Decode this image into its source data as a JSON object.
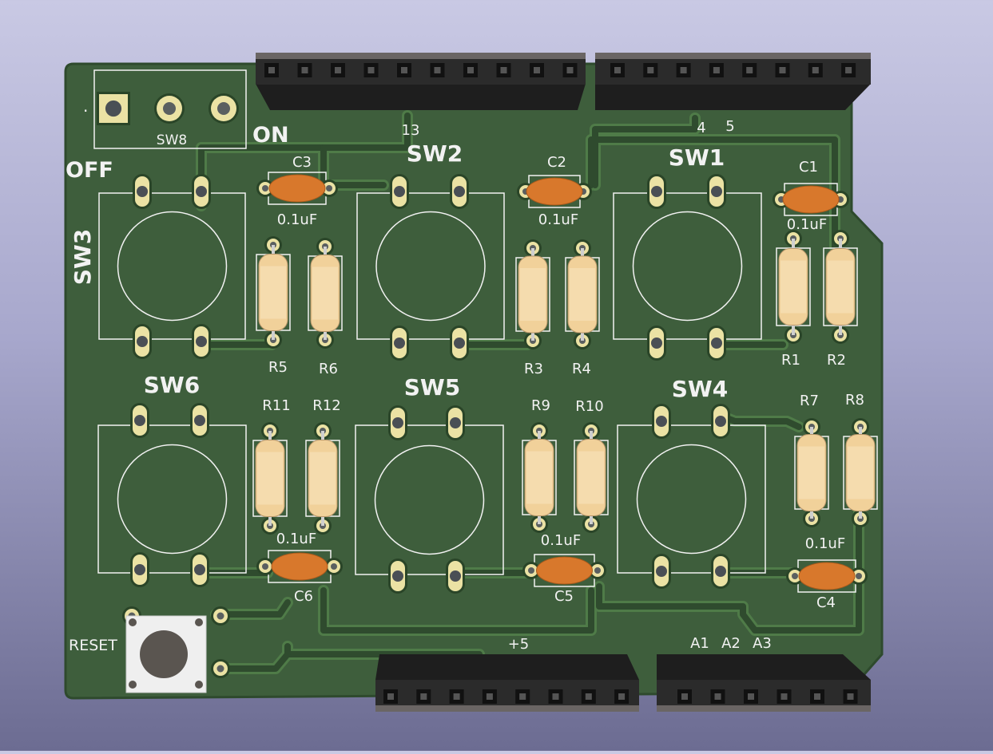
{
  "colors": {
    "board": "#3e5e3c",
    "board_edge": "#2e4a2d",
    "trace": "#2f4b2e",
    "trace_outline": "#4f7b48",
    "pad_ring": "#ebe2a4",
    "silk": "#f2f2f2",
    "header_body": "#2b2b2b",
    "header_top": "#6a6564",
    "capacitor": "#d8782c",
    "resistor": "#f1d19a",
    "button_base": "#efefef",
    "button_cap": "#5a5550"
  },
  "labels": {
    "sw1": "SW1",
    "sw2": "SW2",
    "sw3": "SW3",
    "sw4": "SW4",
    "sw5": "SW5",
    "sw6": "SW6",
    "sw8": "SW8",
    "on": "ON",
    "off": "OFF",
    "reset": "RESET",
    "c1": "C1",
    "c2": "C2",
    "c3": "C3",
    "c4": "C4",
    "c5": "C5",
    "c6": "C6",
    "c1_val": "0.1uF",
    "c2_val": "0.1uF",
    "c3_val": "0.1uF",
    "c4_val": "0.1uF",
    "c5_val": "0.1uF",
    "c6_val": "0.1uF",
    "r1": "R1",
    "r2": "R2",
    "r3": "R3",
    "r4": "R4",
    "r5": "R5",
    "r6": "R6",
    "r7": "R7",
    "r8": "R8",
    "r9": "R9",
    "r10": "R10",
    "r11": "R11",
    "r12": "R12",
    "pin13": "13",
    "pin4": "4",
    "pin5": "5",
    "plus5": "+5",
    "a1": "A1",
    "a2": "A2",
    "a3": "A3",
    "dot": "."
  }
}
